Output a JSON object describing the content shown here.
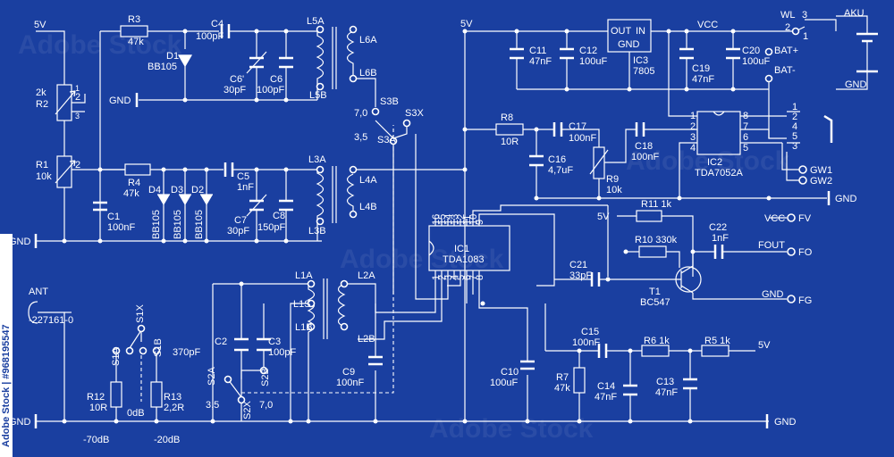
{
  "watermark": {
    "text": "Adobe Stock",
    "side_label": "Adobe Stock | #968195547"
  },
  "colors": {
    "background": "#1a3fa0",
    "ink": "#ffffff"
  },
  "labels": {
    "v5_a": "5V",
    "gnd_a": "GND",
    "gnd_b": "GND",
    "ant": "ANT",
    "ant_code": "-227161-0",
    "r2": "R2",
    "r2v": "2k",
    "r1": "R1",
    "r1v": "10k",
    "r3": "R3",
    "r3v": "47k",
    "d1": "D1",
    "d1v": "BB105",
    "c4": "C4",
    "c4v": "100pF",
    "c6p": "C6'",
    "c6pv": "30pF",
    "c6": "C6",
    "c6v": "100pF",
    "gnd_c": "GND",
    "l5a": "L5A",
    "l5b": "L5B",
    "r4": "R4",
    "r4v": "47k",
    "c1": "C1",
    "c1v": "100nF",
    "d4": "D4",
    "d3": "D3",
    "d2": "D2",
    "bb1": "BB105",
    "bb2": "BB105",
    "bb3": "BB105",
    "c5": "C5",
    "c5v": "1nF",
    "c7": "C7",
    "c7v": "30pF",
    "c8": "C8",
    "c8v": "150pF",
    "l3a": "L3A",
    "l3b": "L3B",
    "l6a": "L6A",
    "l6b": "L6B",
    "l4a": "L4A",
    "l4b": "L4B",
    "s3b": "S3B",
    "s3x": "S3X",
    "s3a": "S3A",
    "sw70a": "7,0",
    "sw35a": "3,5",
    "l1a": "L1A",
    "l1s": "L1S",
    "l1b": "L1B",
    "l2a": "L2A",
    "l2b": "L2B",
    "c2": "C2",
    "c2v": "370pF",
    "c3": "C3",
    "c3v": "100pF",
    "c9": "C9",
    "c9v": "100nF",
    "s2a": "S2A",
    "s2b": "S2B",
    "s2x": "S2X",
    "sw35b": "3,5",
    "sw70b": "7,0",
    "s1x": "S1X",
    "s1a": "S1A",
    "s1b": "S1B",
    "r12": "R12",
    "r12v": "10R",
    "r13": "R13",
    "r13v": "2,2R",
    "db0": "0dB",
    "db70": "-70dB",
    "db20": "-20dB",
    "v5_b": "5V",
    "ic3_out": "OUT",
    "ic3_in": "IN",
    "ic3_gnd": "GND",
    "ic3": "IC3",
    "ic3v": "7805",
    "c11": "C11",
    "c11v": "47nF",
    "c12": "C12",
    "c12v": "100uF",
    "vcc_a": "VCC",
    "c19": "C19",
    "c19v": "47nF",
    "c20": "C20",
    "c20v": "100uF",
    "wl": "WL",
    "akku": "AKU",
    "batp": "BAT+",
    "batm": "BAT-",
    "gnd_d": "GND",
    "wl2": "2",
    "wl3": "3",
    "wl1": "1",
    "r8": "R8",
    "r8v": "10R",
    "c17": "C17",
    "c17v": "100nF",
    "c16": "C16",
    "c16v": "4,7uF",
    "r9": "R9",
    "r9v": "10k",
    "c18": "C18",
    "c18v": "100nF",
    "ic2": "IC2",
    "ic2v": "TDA7052A",
    "gw1": "GW1",
    "gw2": "GW2",
    "gnd_e": "GND",
    "ic1": "IC1",
    "ic1v": "TDA1083",
    "v5_c": "5V",
    "r11": "R11 1k",
    "r10": "R10 330k",
    "c22": "C22",
    "c22v": "1nF",
    "c21": "C21",
    "c21v": "33pF",
    "t1": "T1",
    "t1v": "BC547",
    "vcc_fv": "VCC",
    "fv": "FV",
    "fout": "FOUT",
    "fo": "FO",
    "gnd_fg": "GND",
    "fg": "FG",
    "c15": "C15",
    "c15v": "100nF",
    "r6": "R6 1k",
    "r5": "R5 1k",
    "v5_d": "5V",
    "c10": "C10",
    "c10v": "100uF",
    "r7": "R7",
    "r7v": "47k",
    "c14": "C14",
    "c14v": "47nF",
    "c13": "C13",
    "c13v": "47nF",
    "gnd_f": "GND"
  },
  "pins": {
    "r_pin1": "1",
    "r_pin2": "2",
    "r_pin3": "3",
    "ic2_pins_left": [
      "1",
      "2",
      "3",
      "4"
    ],
    "ic2_pins_right": [
      "8",
      "7",
      "6",
      "5"
    ],
    "ic1_pins_top": [
      "16",
      "15",
      "14",
      "13",
      "12",
      "11",
      "10",
      "9"
    ],
    "ic1_pins_bottom": [
      "1",
      "2",
      "3",
      "4",
      "5",
      "6",
      "7",
      "8"
    ],
    "conn_pins": [
      "1",
      "2",
      "4",
      "5",
      "3"
    ]
  }
}
